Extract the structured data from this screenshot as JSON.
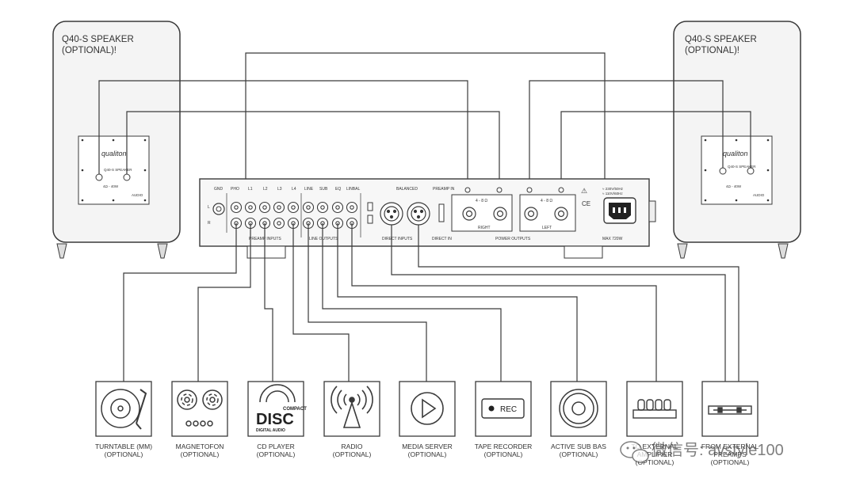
{
  "speakers": {
    "left": {
      "title_line1": "Q40-S SPEAKER",
      "title_line2": "(OPTIONAL)!",
      "brand": "qualiton",
      "spec": "4Ω - 40W",
      "terminal_label": "Q40-S SPEAKER",
      "logo": "AUDIO"
    },
    "right": {
      "title_line1": "Q40-S SPEAKER",
      "title_line2": "(OPTIONAL)!",
      "brand": "qualiton",
      "spec": "4Ω - 40W",
      "terminal_label": "Q40-S SPEAKER",
      "logo": "AUDIO"
    }
  },
  "amplifier": {
    "input_labels": [
      "GND",
      "PHO",
      "L1",
      "L2",
      "L3",
      "L4",
      "LINE",
      "SUB",
      "EQ",
      "LINBAL"
    ],
    "balanced_label": "BALANCED",
    "preamp_in_label": "PREAMP IN",
    "preamp_inputs_label": "PREAMP INPUTS",
    "line_outputs_label": "LINE OUTPUTS",
    "direct_inputs_label": "DIRECT INPUTS",
    "direct_in_label": "DIRECT IN",
    "power_outputs_label": "POWER OUTPUTS",
    "right_label": "RIGHT",
    "left_label": "LEFT",
    "impedance_right": "4 - 8 Ω",
    "impedance_left": "4 - 8 Ω",
    "power_spec": "MAX 720W",
    "voltage_line1": "≈ 230V/50Hz",
    "voltage_line2": "≈ 110V/60Hz",
    "ce_mark": "CE",
    "side_l": "L",
    "side_r": "R"
  },
  "sources": [
    {
      "icon": "turntable-icon",
      "line1": "TURNTABLE (MM)",
      "line2": "(OPTIONAL)"
    },
    {
      "icon": "reel-to-reel-icon",
      "line1": "MAGNETOFON",
      "line2": "(OPTIONAL)"
    },
    {
      "icon": "compact-disc-icon",
      "line1": "CD PLAYER",
      "line2": "(OPTIONAL)",
      "logo_top": "COMPACT",
      "logo_mid": "DISC",
      "logo_bottom": "DIGITAL AUDIO"
    },
    {
      "icon": "radio-antenna-icon",
      "line1": "RADIO",
      "line2": "(OPTIONAL)"
    },
    {
      "icon": "play-icon",
      "line1": "MEDIA SERVER",
      "line2": "(OPTIONAL)"
    },
    {
      "icon": "record-icon",
      "line1": "TAPE RECORDER",
      "line2": "(OPTIONAL)",
      "rec": "REC"
    },
    {
      "icon": "subwoofer-icon",
      "line1": "ACTIVE SUB BAS",
      "line2": "(OPTIONAL)"
    },
    {
      "icon": "tube-amp-icon",
      "line1": "TO EXTERNAL",
      "line2": "AMPLIFIER",
      "line3": "(OPTIONAL)"
    },
    {
      "icon": "preamp-icon",
      "line1": "FROM EXTERNAL",
      "line2": "PREAMPS",
      "line3": "(OPTIONAL)"
    }
  ],
  "watermark": {
    "text": "微信号: avstyle100",
    "icon": "wechat-icon"
  },
  "colors": {
    "stroke": "#3a3a3a",
    "speaker_fill": "#f4f4f4",
    "panel_fill": "#f7f7f7"
  }
}
